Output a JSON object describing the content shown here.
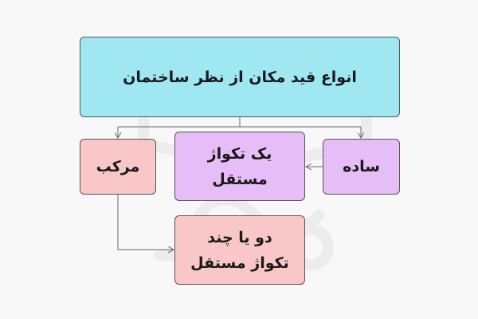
{
  "diagram": {
    "title": "انواع قید مکان از نظر ساختمان",
    "nodes": {
      "compound": "مرکب",
      "single_line1": "یک تکواژ",
      "single_line2": "مستقل",
      "simple": "ساده",
      "multi_line1": "دو یا چند",
      "multi_line2": "تکواژ مستقل"
    }
  },
  "colors": {
    "title_box": "#9fe7f1",
    "pink_box": "#f9c7c7",
    "purple_box": "#e6bdf7",
    "connector": "#666666",
    "background": "#f8f8f8"
  }
}
